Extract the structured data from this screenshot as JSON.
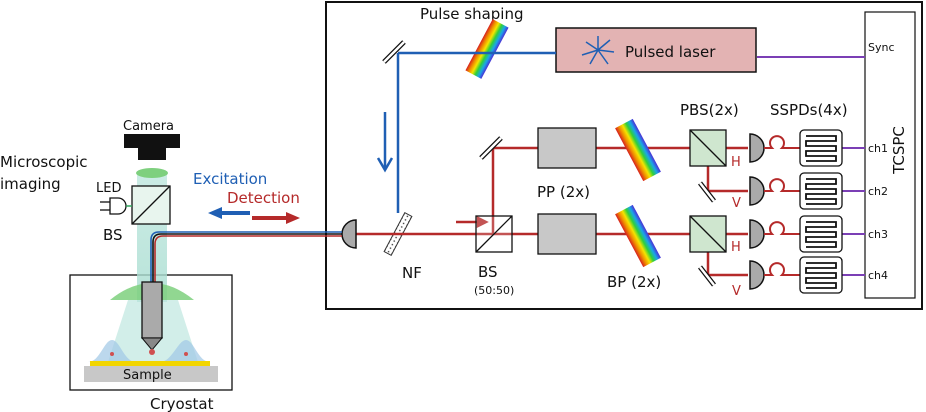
{
  "labels": {
    "pulse_shaping": "Pulse shaping",
    "pulsed_laser": "Pulsed laser",
    "tcspc": "TCSPC",
    "sync": "Sync",
    "ch1": "ch1",
    "ch2": "ch2",
    "ch3": "ch3",
    "ch4": "ch4",
    "pbs": "PBS(2x)",
    "sspds": "SSPDs(4x)",
    "pp": "PP (2x)",
    "bp": "BP (2x)",
    "bs_main": "BS",
    "bs_ratio": "(50:50)",
    "nf": "NF",
    "h": "H",
    "v": "V",
    "camera": "Camera",
    "microscopic_1": "Microscopic",
    "microscopic_2": "imaging",
    "led": "LED",
    "bs_left": "BS",
    "excitation": "Excitation",
    "detection": "Detection",
    "sample": "Sample",
    "cryostat": "Cryostat"
  },
  "colors": {
    "excitation": "#1f5fb4",
    "detection": "#b52a2a",
    "electrical": "#7b3fb5",
    "laser_box": "#e3b3b3",
    "optics_green": "#7ed07e",
    "filter_gray": "#c8c8c8"
  }
}
